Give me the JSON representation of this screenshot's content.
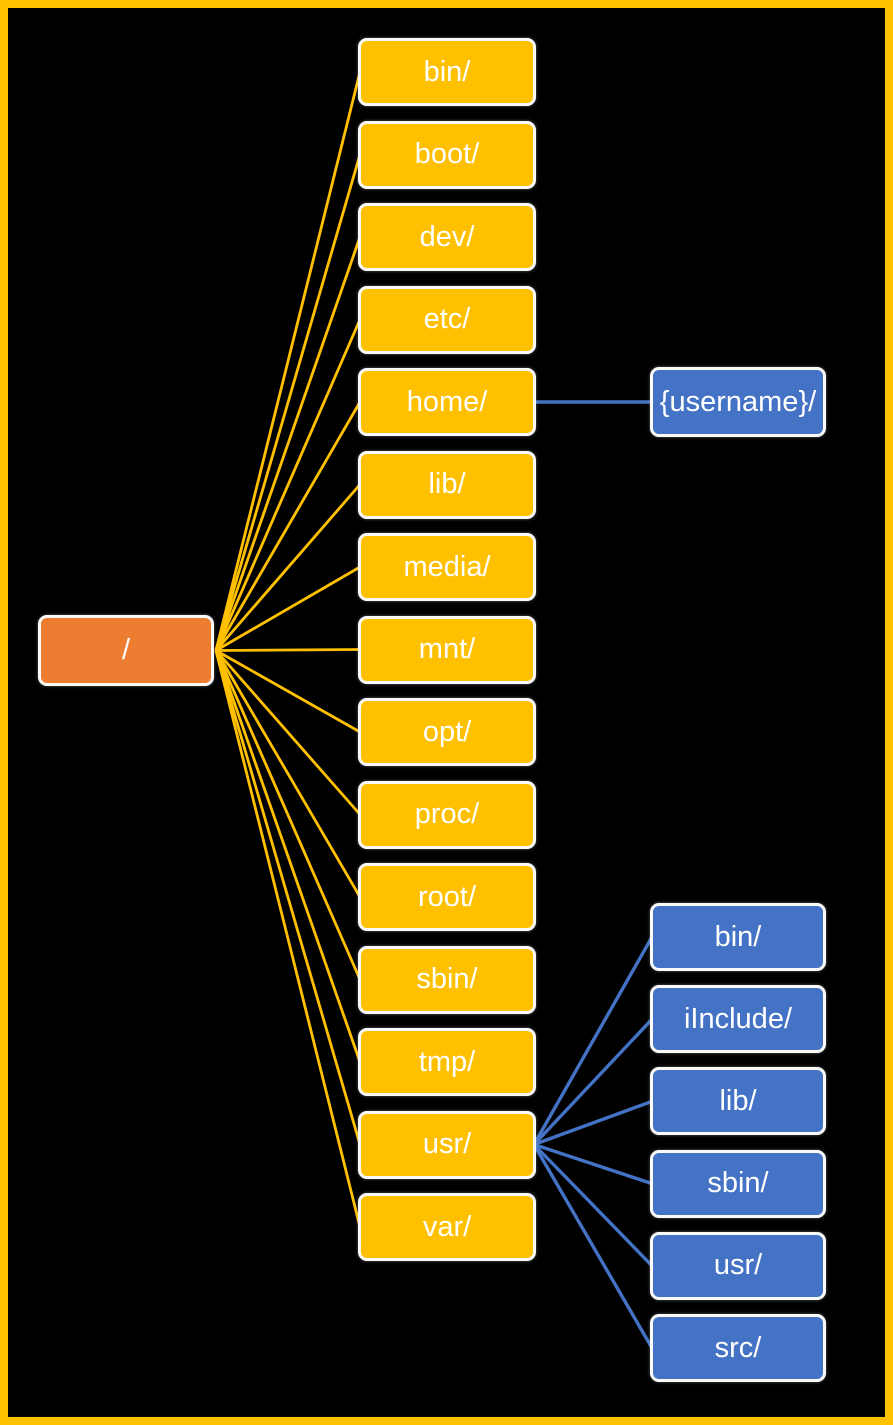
{
  "diagram": {
    "title": "linux-filesystem-hierarchy",
    "background_color": "#000000",
    "frame_color": "#FFC000",
    "node_text_color": "#FFFFFF",
    "root_color": "#ED7D31",
    "level1_color": "#FFC000",
    "level2_color": "#4472C4",
    "connector_colors": {
      "root_to_level1": "#FFC000",
      "level1_to_level2": "#4472C4"
    },
    "root": {
      "label": "/"
    },
    "level1": [
      {
        "label": "bin/"
      },
      {
        "label": "boot/"
      },
      {
        "label": "dev/"
      },
      {
        "label": "etc/"
      },
      {
        "label": "home/",
        "children": [
          {
            "label": "{username}/"
          }
        ]
      },
      {
        "label": "lib/"
      },
      {
        "label": "media/"
      },
      {
        "label": "mnt/"
      },
      {
        "label": "opt/"
      },
      {
        "label": "proc/"
      },
      {
        "label": "root/"
      },
      {
        "label": "sbin/"
      },
      {
        "label": "tmp/"
      },
      {
        "label": "usr/",
        "children": [
          {
            "label": "bin/"
          },
          {
            "label": "iInclude/"
          },
          {
            "label": "lib/"
          },
          {
            "label": "sbin/"
          },
          {
            "label": "usr/"
          },
          {
            "label": "src/"
          }
        ]
      },
      {
        "label": "var/"
      }
    ]
  }
}
